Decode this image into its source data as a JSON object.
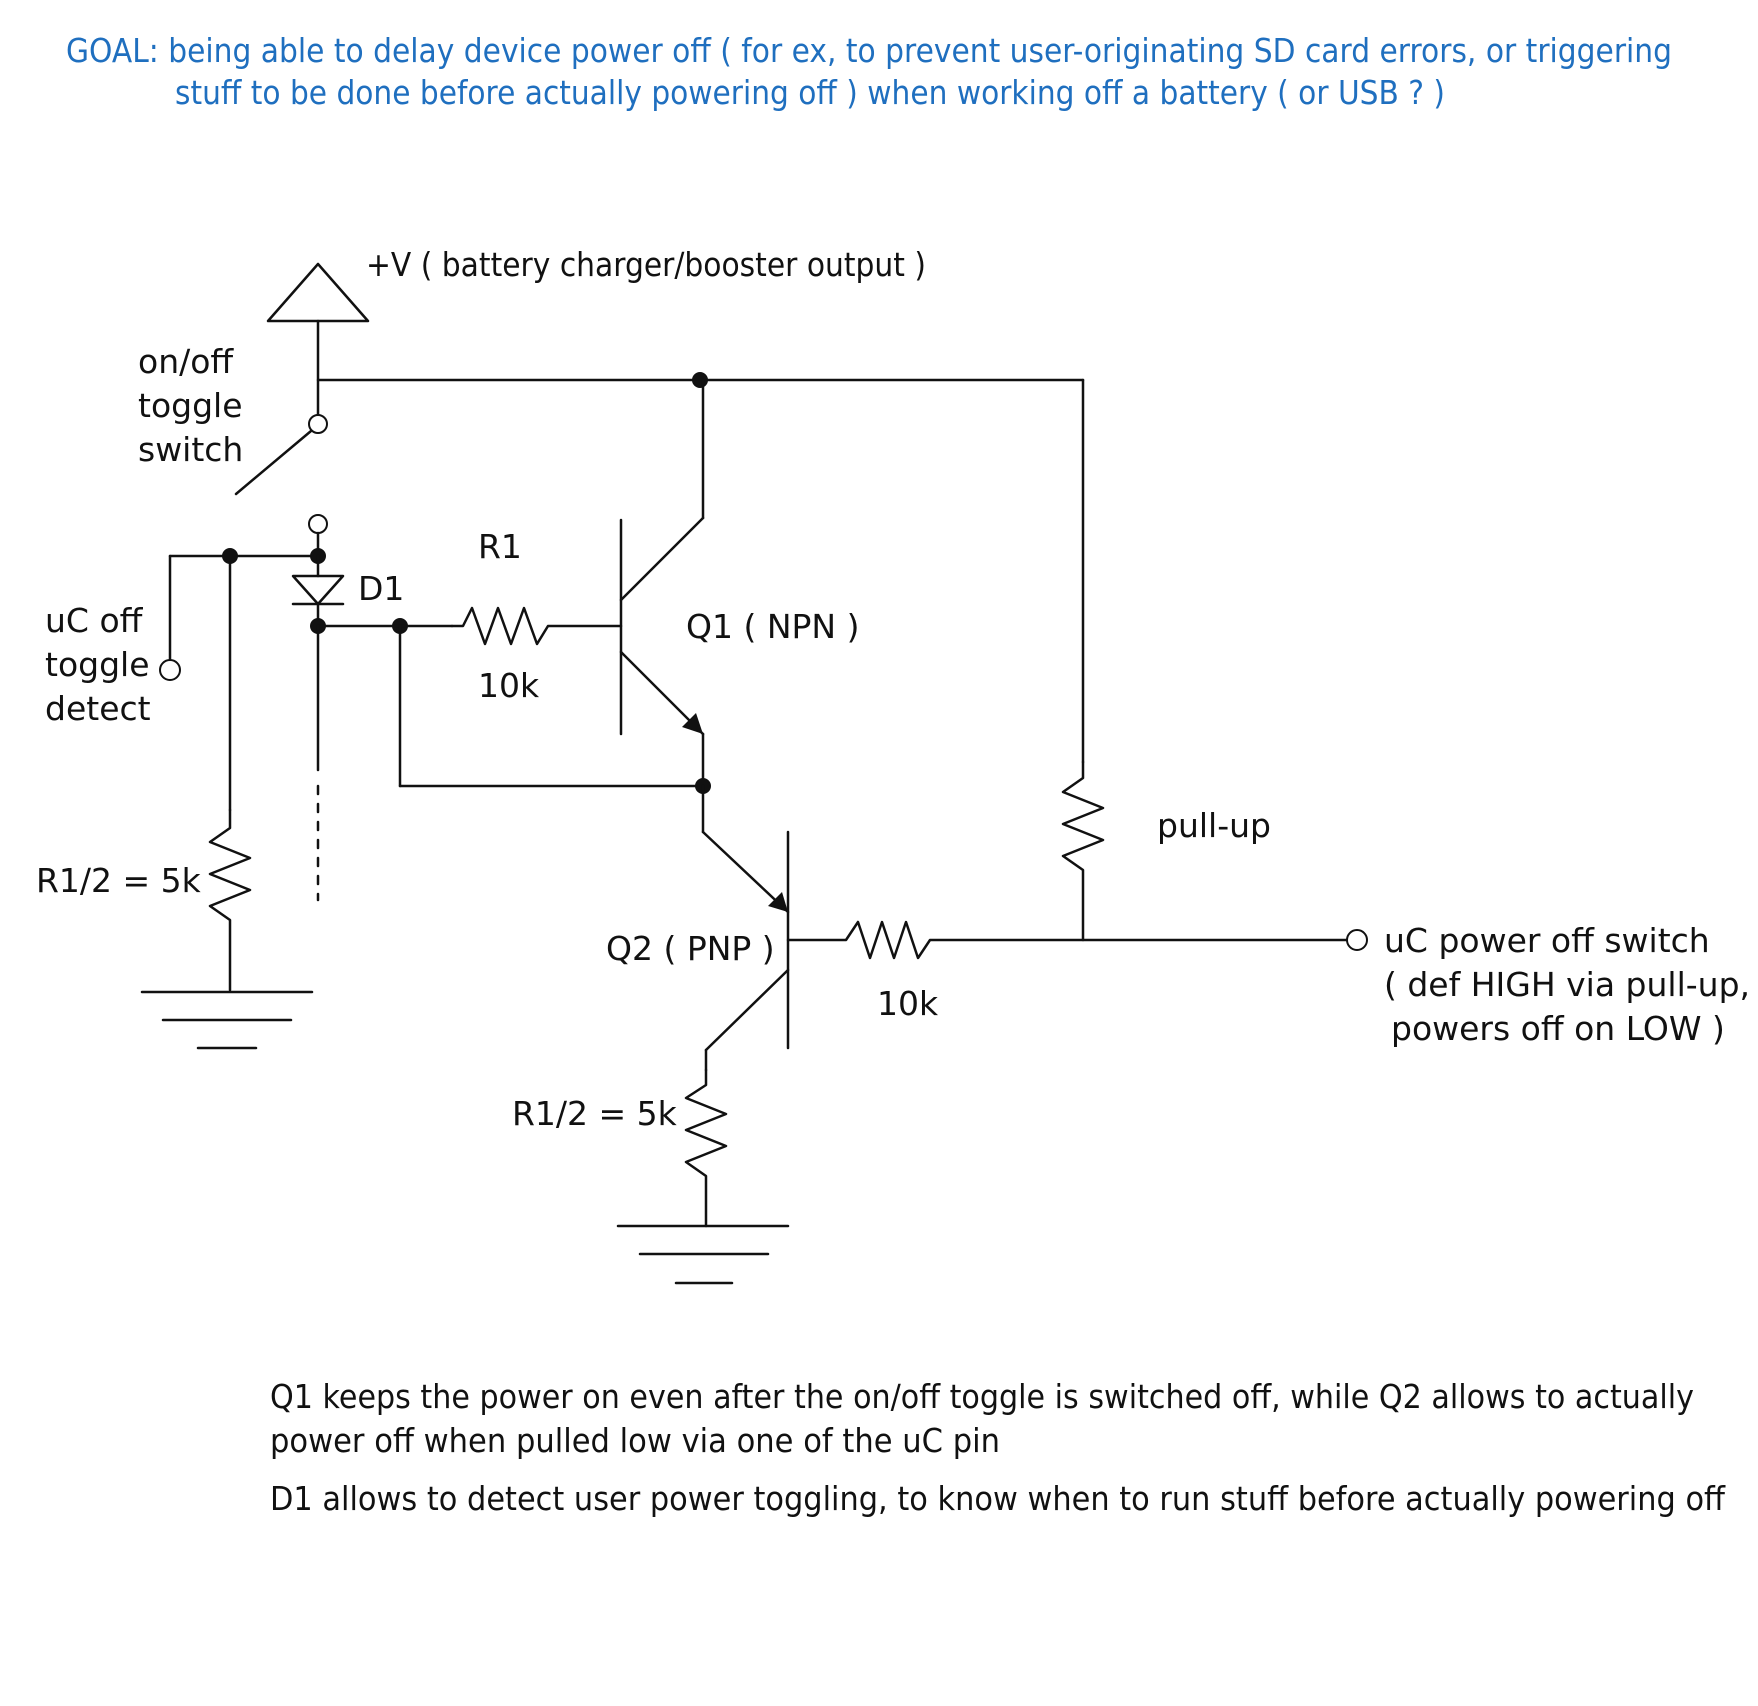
{
  "goal": {
    "line1": "GOAL: being able to delay device power off ( for ex, to prevent user-originating SD card errors, or triggering",
    "line2": "stuff to be done before actually powering off ) when working off a battery ( or USB ? )"
  },
  "labels": {
    "supply": "+V ( battery charger/booster output )",
    "switch_line1": "on/off",
    "switch_line2": "toggle",
    "switch_line3": "switch",
    "detect_line1": "uC off",
    "detect_line2": "toggle",
    "detect_line3": "detect",
    "d1": "D1",
    "r1": "R1",
    "r1_value": "10k",
    "q1": "Q1 ( NPN )",
    "r_half_left": "R1/2 = 5k",
    "q2": "Q2 ( PNP )",
    "r_base_q2_value": "10k",
    "r_half_bottom": "R1/2 = 5k",
    "pullup": "pull-up",
    "uc_line1": "uC power off switch",
    "uc_line2": "( def HIGH via pull-up,",
    "uc_line3": "powers off on LOW )"
  },
  "notes": {
    "line1": "Q1 keeps the power on even after the on/off toggle is switched off, while Q2 allows to actually",
    "line2": "power off when pulled low via one of the uC pin",
    "line3": "D1 allows to detect user power toggling, to know when to run stuff before actually powering off"
  },
  "colors": {
    "goal_text": "#1f6fbf",
    "ink": "#111111"
  }
}
